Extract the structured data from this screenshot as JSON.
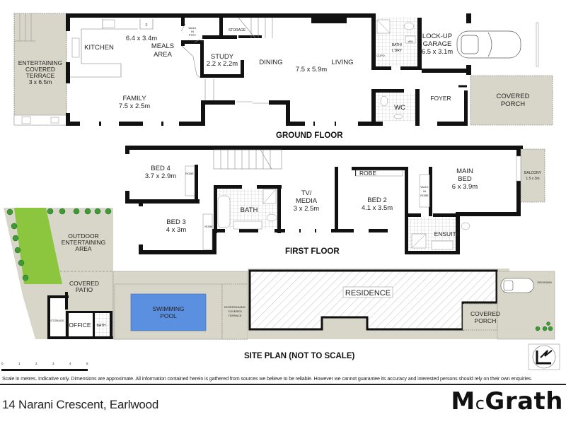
{
  "floors": {
    "ground": {
      "title": "GROUND FLOOR",
      "rooms": {
        "terrace": {
          "name_1": "ENTERTAINING",
          "name_2": "COVERED",
          "name_3": "TERRACE",
          "size": "3 x 6.5m"
        },
        "kitchen": {
          "name": "KITCHEN",
          "size": "6.4 x 3.4m",
          "fridge": "F"
        },
        "meals": {
          "name_1": "MEALS",
          "name_2": "AREA"
        },
        "pantry": {
          "name_1": "WALK",
          "name_2": "IN",
          "name_3": "PTRY"
        },
        "storage": {
          "name": "STORAGE"
        },
        "study": {
          "name": "STUDY",
          "size": "2.2 x 2.2m"
        },
        "family": {
          "name": "FAMILY",
          "size": "7.5 x 2.5m"
        },
        "dining": {
          "name": "DINING"
        },
        "living": {
          "name": "LIVING",
          "size": "7.5 x 5.9m"
        },
        "bath_laundry": {
          "name_1": "BATH/",
          "name_2": "L'DRY",
          "wm": "WM",
          "cupd": "CUPD"
        },
        "garage": {
          "name_1": "LOCK-UP",
          "name_2": "GARAGE",
          "size": "6.5 x 3.1m"
        },
        "wc": {
          "name": "WC"
        },
        "foyer": {
          "name": "FOYER"
        },
        "porch": {
          "name_1": "COVERED",
          "name_2": "PORCH"
        }
      }
    },
    "first": {
      "title": "FIRST FLOOR",
      "rooms": {
        "bed4": {
          "name": "BED 4",
          "size": "3.7 x 2.9m",
          "robe": "ROBE"
        },
        "bed3": {
          "name": "BED 3",
          "size": "4 x 3m",
          "robe": "ROBE"
        },
        "bath": {
          "name": "BATH"
        },
        "tv_media": {
          "name_1": "TV/",
          "name_2": "MEDIA",
          "size": "3 x 2.5m"
        },
        "bed2": {
          "name": "BED 2",
          "size": "4.1 x 3.5m",
          "robe": "ROBE"
        },
        "walk_in_robe": {
          "name_1": "WALK",
          "name_2": "IN",
          "name_3": "ROBE"
        },
        "main_bed": {
          "name_1": "MAIN",
          "name_2": "BED",
          "size": "6 x 3.9m"
        },
        "balcony": {
          "name": "BALCONY",
          "size": "1.5 x 3m"
        },
        "ensuite": {
          "name": "ENSUITE"
        }
      }
    },
    "site": {
      "title": "SITE PLAN (NOT TO SCALE)",
      "areas": {
        "outdoor": {
          "name_1": "OUTDOOR",
          "name_2": "ENTERTAINING",
          "name_3": "AREA"
        },
        "patio": {
          "name_1": "COVERED",
          "name_2": "PATIO"
        },
        "storage": {
          "name": "STORAGE"
        },
        "office": {
          "name": "OFFICE"
        },
        "bath": {
          "name": "BATH"
        },
        "pool": {
          "name_1": "SWIMMING",
          "name_2": "POOL"
        },
        "terrace": {
          "name_1": "ENTERTAINING",
          "name_2": "COVERED",
          "name_3": "TERRACE"
        },
        "residence": {
          "name": "RESIDENCE"
        },
        "porch": {
          "name_1": "COVERED",
          "name_2": "PORCH"
        },
        "driveway": {
          "name": "DRIVEWAY"
        }
      }
    }
  },
  "scale": {
    "ticks": [
      "0",
      "1",
      "2",
      "3",
      "4",
      "5"
    ],
    "unit": "metres"
  },
  "disclaimer": "Scale in metres. Indicative only. Dimensions are approximate. All information contained herein is gathered from sources we believe to be reliable. However we cannot guarantee its accuracy and interested persons should rely on their own enquiries.",
  "address": "14 Narani Crescent, Earlwood",
  "brand": {
    "part1": "M",
    "part2": "c",
    "part3": "Grath"
  },
  "colors": {
    "wall": "#111111",
    "outdoor_fill": "#d8d6c8",
    "lawn": "#8cc63f",
    "pool": "#5b8fe0",
    "tile_line": "#bdbdbd",
    "plant": "#3d9b35"
  }
}
